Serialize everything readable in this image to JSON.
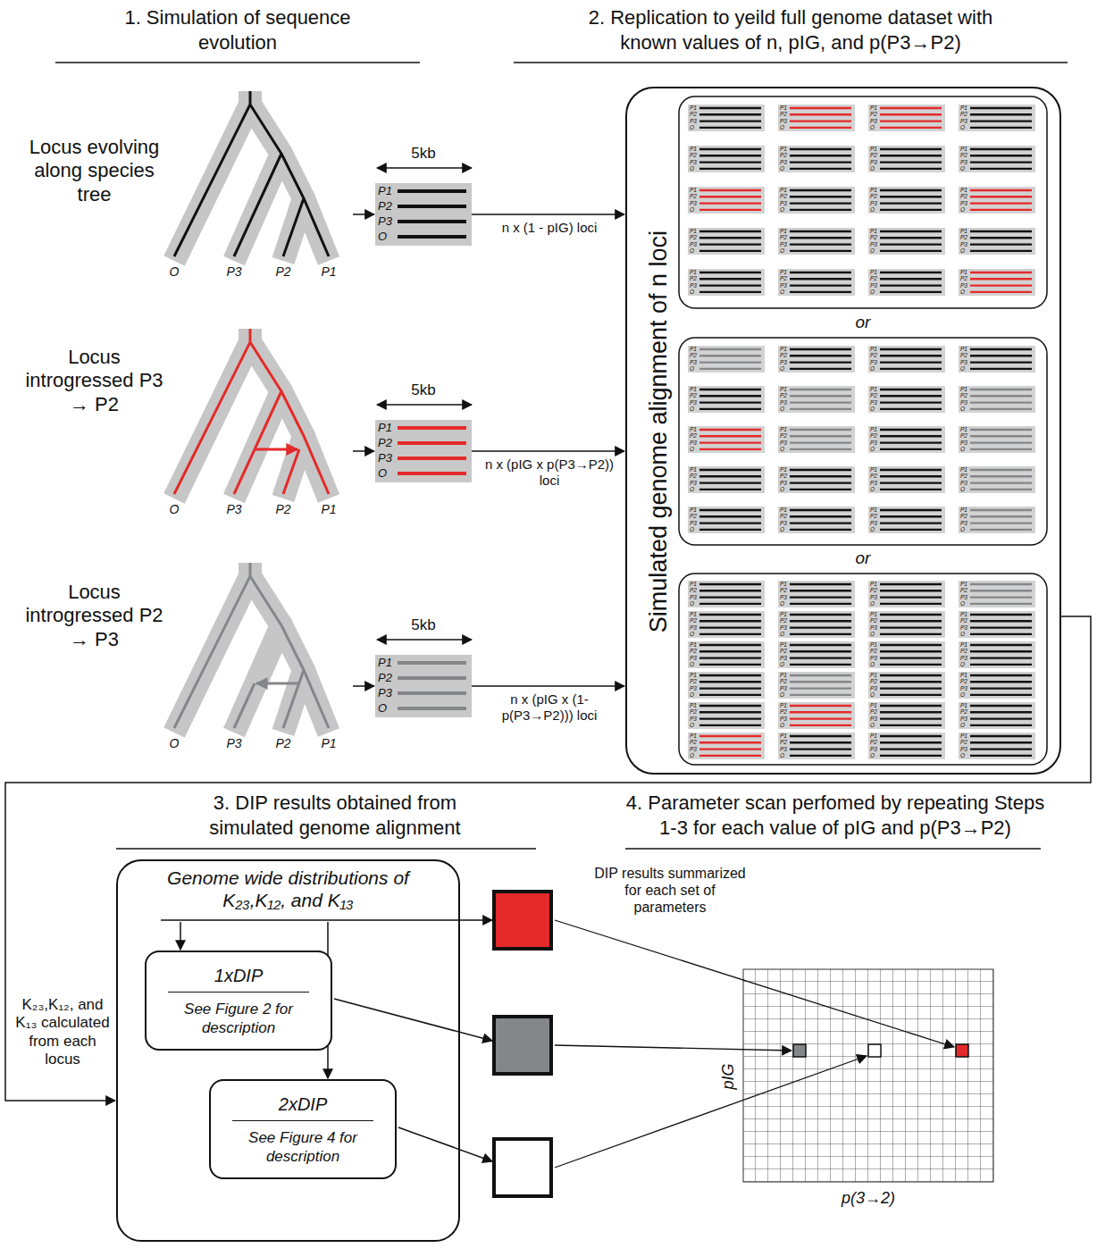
{
  "diagram": {
    "nodes": [
      {
        "text": [
          "Locus evolving along species tree",
          "O",
          "P3",
          "P2",
          "P1"
        ]
      },
      {
        "text": [
          "5kb",
          "P1",
          "P2",
          "P3",
          "O"
        ]
      },
      {
        "text": [
          "Locus introgressed P3 → P2",
          "O",
          "P3",
          "P2",
          "P1"
        ]
      },
      {
        "text": [
          "5kb",
          "P1",
          "P2",
          "P3",
          "O"
        ]
      },
      {
        "text": [
          "Locus introgressed P2 → P3",
          "O",
          "P3",
          "P2",
          "P1"
        ]
      },
      {
        "text": [
          "5kb",
          "P1",
          "P2",
          "P3",
          "O"
        ]
      },
      {
        "text": [
          "Simulated genome alignment of n loci"
        ]
      },
      {
        "text": [
          "Genome wide distributions of K₂₃,K₁₂, and K₁₃"
        ]
      },
      {
        "text": [
          "1xDIP",
          "See Figure 2 for description"
        ],
        "in": 7
      },
      {
        "text": [
          "2xDIP",
          "See Figure 4 for description"
        ],
        "in": 7
      }
    ],
    "edges": [
      {
        "from": 0,
        "to": 1,
        "arrow": "to"
      },
      {
        "from": 2,
        "to": 3,
        "arrow": "to"
      },
      {
        "from": 4,
        "to": 5,
        "arrow": "to"
      },
      {
        "from": 1,
        "to": 6,
        "label": "n x (1 - pIG) loci",
        "arrow": "to"
      },
      {
        "from": 3,
        "to": 6,
        "label": "n x (pIG x p(P3→P2)) loci",
        "arrow": "to"
      },
      {
        "from": 5,
        "to": 6,
        "label": "n x (pIG x (1-p(P3→P2))) loci",
        "arrow": "to"
      },
      {
        "from": 6,
        "to": 7,
        "label": "K₂₃,K₁₂, and K₁₃ calculated from each locus",
        "arrow": "to"
      },
      {
        "from": 7,
        "to": 8,
        "arrow": "to"
      },
      {
        "from": 7,
        "to": 9,
        "arrow": "to"
      }
    ],
    "labels": [
      "1. Simulation of sequence evolution",
      "2. Replication to yeild full genome dataset with known values of n, pIG, and p(P3→P2)",
      "or",
      "or",
      "P1",
      "P2",
      "P3",
      "O",
      "P1",
      "P2",
      "P3",
      "O",
      "P1",
      "P2",
      "P3",
      "O",
      "P1",
      "P2",
      "P3",
      "O",
      "P1",
      "P2",
      "P3",
      "O",
      "P1",
      "P2",
      "P3",
      "O",
      "P1",
      "P2",
      "P3",
      "O",
      "P1",
      "P2",
      "P3",
      "O",
      "P1",
      "P2",
      "P3",
      "O",
      "P1",
      "P2",
      "P3",
      "O",
      "P1",
      "P2",
      "P3",
      "O",
      "P1",
      "P2",
      "P3",
      "O",
      "P1",
      "P2",
      "P3",
      "O",
      "P1",
      "P2",
      "P3",
      "O",
      "P1",
      "P2",
      "P3",
      "O",
      "P1",
      "P2",
      "P3",
      "O",
      "P1",
      "P2",
      "P3",
      "O",
      "P1",
      "P2",
      "P3",
      "O",
      "P1",
      "P2",
      "P3",
      "O",
      "P1",
      "P2",
      "P3",
      "O",
      "P1",
      "P2",
      "P3",
      "O",
      "P1",
      "P2",
      "P3",
      "O",
      "P1",
      "P2",
      "P3",
      "O",
      "P1",
      "P2",
      "P3",
      "O",
      "P1",
      "P2",
      "P3",
      "O",
      "P1",
      "P2",
      "P3",
      "O",
      "P1",
      "P2",
      "P3",
      "O",
      "P1",
      "P2",
      "P3",
      "O",
      "P1",
      "P2",
      "P3",
      "O",
      "P1",
      "P2",
      "P3",
      "O",
      "P1",
      "P2",
      "P3",
      "O",
      "P1",
      "P2",
      "P3",
      "O",
      "P1",
      "P2",
      "P3",
      "O",
      "P1",
      "P2",
      "P3",
      "O",
      "P1",
      "P2",
      "P3",
      "O",
      "P1",
      "P2",
      "P3",
      "O",
      "P1",
      "P2",
      "P3",
      "O",
      "P1",
      "P2",
      "P3",
      "O",
      "P1",
      "P2",
      "P3",
      "O",
      "P1",
      "P2",
      "P3",
      "O",
      "P1",
      "P2",
      "P3",
      "O",
      "P1",
      "P2",
      "P3",
      "O",
      "P1",
      "P2",
      "P3",
      "O",
      "P1",
      "P2",
      "P3",
      "O",
      "P1",
      "P2",
      "P3",
      "O",
      "P1",
      "P2",
      "P3",
      "O",
      "P1",
      "P2",
      "P3",
      "O",
      "P1",
      "P2",
      "P3",
      "O",
      "P1",
      "P2",
      "P3",
      "O",
      "P1",
      "P2",
      "P3",
      "O",
      "P1",
      "P2",
      "P3",
      "O",
      "P1",
      "P2",
      "P3",
      "O",
      "P1",
      "P2",
      "P3",
      "O",
      "P1",
      "P2",
      "P3",
      "O",
      "P1",
      "P2",
      "P3",
      "O",
      "P1",
      "P2",
      "P3",
      "O",
      "P1",
      "P2",
      "P3",
      "O",
      "P1",
      "P2",
      "P3",
      "O",
      "P1",
      "P2",
      "P3",
      "O",
      "P1",
      "P2",
      "P3",
      "O",
      "P1",
      "P2",
      "P3",
      "O",
      "P1",
      "P2",
      "P3",
      "O",
      "P1",
      "P2",
      "P3",
      "O",
      "P1",
      "P2",
      "P3",
      "O",
      "3. DIP results obtained from simulated genome alignment",
      "4. Parameter scan perfomed by repeating Steps 1-3 for each value of pIG and p(P3→P2)",
      "DIP results summarized for each set of parameters",
      "pIG",
      "p(3→2)"
    ]
  }
}
